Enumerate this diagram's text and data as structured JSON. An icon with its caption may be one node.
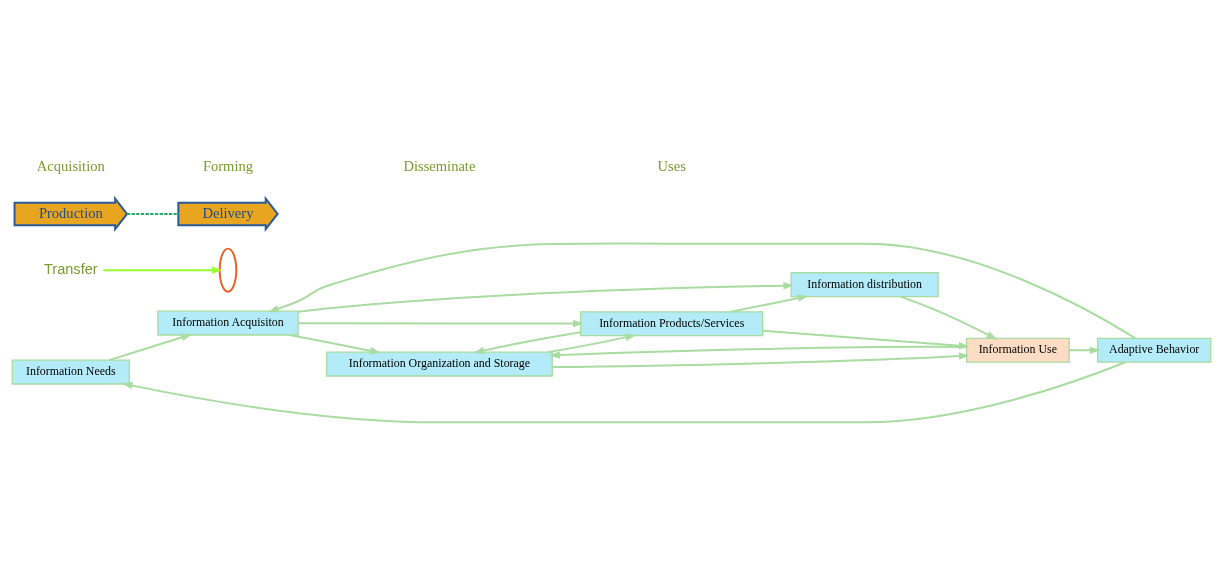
{
  "diagram": {
    "nodes": [
      {
        "text": [
          "Information Needs"
        ]
      },
      {
        "text": [
          "Information Acquisiton"
        ]
      },
      {
        "text": [
          "Information Organization and Storage"
        ]
      },
      {
        "text": [
          "Information Products/Services"
        ]
      },
      {
        "text": [
          "Information distribution"
        ]
      },
      {
        "text": [
          "Information Use"
        ]
      },
      {
        "text": [
          "Adaptive Behavior"
        ]
      },
      {
        "text": [
          "Transfer"
        ]
      },
      {
        "text": [],
        "shape": "ellipse"
      },
      {
        "text": [
          "Production"
        ]
      },
      {
        "text": [
          "Delivery"
        ]
      }
    ],
    "edges": [
      {
        "from": 0,
        "to": 1,
        "arrow": "to"
      },
      {
        "from": 1,
        "to": 2,
        "arrow": "to"
      },
      {
        "from": 1,
        "to": 3,
        "arrow": "to"
      },
      {
        "from": 1,
        "to": 4,
        "arrow": "to"
      },
      {
        "from": 3,
        "to": 2,
        "arrow": "to"
      },
      {
        "from": 2,
        "to": 3,
        "arrow": "to"
      },
      {
        "from": 3,
        "to": 4,
        "arrow": "to"
      },
      {
        "from": 3,
        "to": 5,
        "arrow": "to"
      },
      {
        "from": 4,
        "to": 5,
        "arrow": "to"
      },
      {
        "from": 5,
        "to": 2,
        "arrow": "to"
      },
      {
        "from": 2,
        "to": 5,
        "arrow": "to"
      },
      {
        "from": 5,
        "to": 6,
        "arrow": "to"
      },
      {
        "from": 6,
        "to": 0,
        "arrow": "to"
      },
      {
        "from": 6,
        "to": 1,
        "arrow": "to"
      },
      {
        "from": 7,
        "to": 8,
        "arrow": "to",
        "color": "#99ff33"
      },
      {
        "from": 9,
        "to": 10,
        "arrow": "none",
        "style": "dashed",
        "color": "#22aa66"
      }
    ],
    "labels": [
      "Acquisition",
      "Forming",
      "Disseminate",
      "Uses"
    ]
  }
}
